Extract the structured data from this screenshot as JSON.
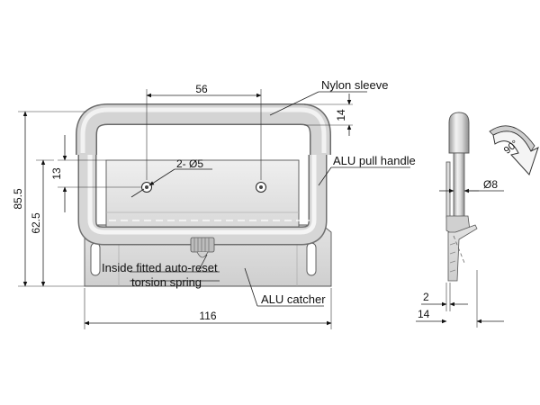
{
  "labels": {
    "nylon_sleeve": "Nylon sleeve",
    "alu_pull_handle": "ALU pull handle",
    "inside_spring_line1": "Inside fitted auto-reset",
    "inside_spring_line2": "torsion spring",
    "alu_catcher": "ALU catcher"
  },
  "dimensions": {
    "hole_spacing": "56",
    "sleeve_thickness": "14",
    "hole_callout": "2- Ø5",
    "hole_height": "13",
    "pivot_height": "62.5",
    "overall_height": "85.5",
    "overall_width": "116",
    "rod_diameter": "Ø8",
    "plate_thickness": "2",
    "side_depth": "14",
    "rotation_angle": "90°"
  },
  "colors": {
    "metal_light": "#e6e6e6",
    "metal_mid": "#c9c9c9",
    "metal_dark": "#8a8a8a",
    "line": "#222222"
  }
}
